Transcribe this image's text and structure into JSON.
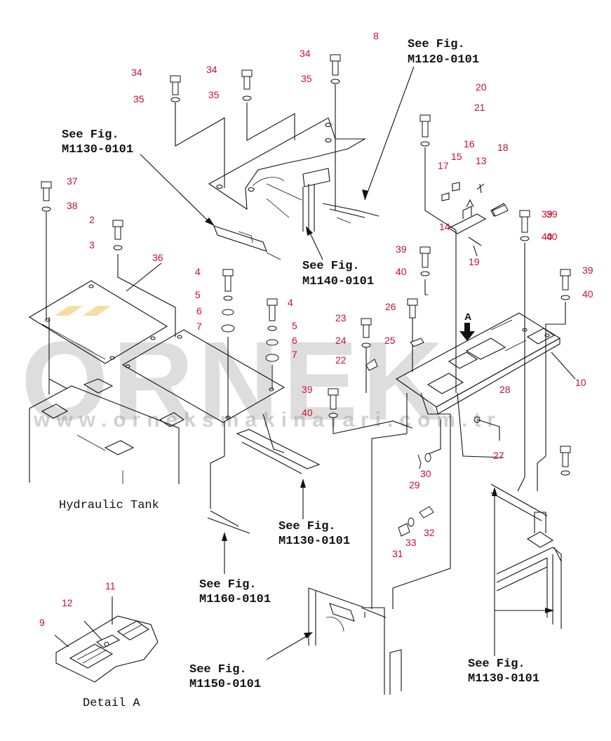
{
  "watermark": {
    "brand": "ORNEK",
    "url": "www.orneksmakinalari.com.tr",
    "accent_color": "#f2c46b"
  },
  "captions": {
    "hydraulic_tank": "Hydraulic Tank",
    "detail_a": "Detail A",
    "view_arrow": "A"
  },
  "references": [
    {
      "line1": "See Fig.",
      "line2": "M1130-0101"
    },
    {
      "line1": "See Fig.",
      "line2": "M1120-0101"
    },
    {
      "line1": "See Fig.",
      "line2": "M1140-0101"
    },
    {
      "line1": "See Fig.",
      "line2": "M1130-0101"
    },
    {
      "line1": "See Fig.",
      "line2": "M1160-0101"
    },
    {
      "line1": "See Fig.",
      "line2": "M1150-0101"
    },
    {
      "line1": "See Fig.",
      "line2": "M1130-0101"
    }
  ],
  "part_numbers": [
    "34",
    "35",
    "34",
    "35",
    "34",
    "35",
    "8",
    "20",
    "21",
    "16",
    "15",
    "17",
    "13",
    "18",
    "14",
    "19",
    "39",
    "40",
    "37",
    "38",
    "2",
    "3",
    "36",
    "4",
    "5",
    "6",
    "7",
    "4",
    "5",
    "6",
    "7",
    "39",
    "40",
    "26",
    "23",
    "24",
    "25",
    "22",
    "39",
    "40",
    "39",
    "40",
    "10",
    "28",
    "27",
    "30",
    "29",
    "32",
    "33",
    "31",
    "39",
    "40",
    "9",
    "12",
    "11"
  ],
  "colors": {
    "part_number": "#c8102e",
    "line": "#111111"
  }
}
